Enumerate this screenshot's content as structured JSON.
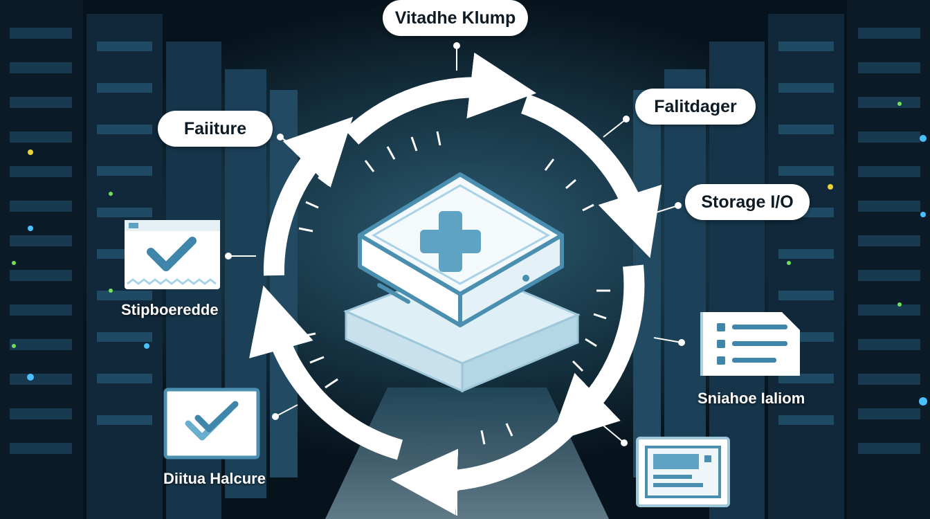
{
  "labels": {
    "top": "Vitadhe Klump",
    "upper_left": "Faiiture",
    "upper_right": "Falitdager",
    "right": "Storage I/O",
    "left_caption": "Stipboeredde",
    "right_caption": "Sniahoe Ialiom",
    "bottom_left_caption": "Diitua Halcure"
  },
  "icons": {
    "center": "server-health-plus-icon",
    "left": "checkbox-window-icon",
    "bottom_left": "double-check-icon",
    "right": "list-document-icon",
    "bottom_right": "monitor-icon",
    "cycle": "circular-arrows-icon"
  },
  "colors": {
    "background": "#0a1a26",
    "accent": "#4b8fb0",
    "light_blue": "#a9d2e6",
    "label_bg": "#ffffff"
  }
}
